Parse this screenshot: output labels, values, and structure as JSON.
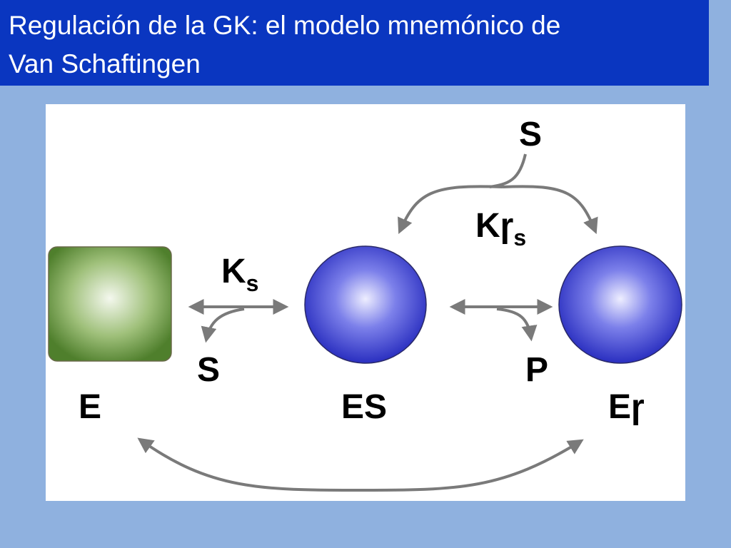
{
  "title": {
    "line1": "Regulación de la GK: el modelo mnemónico de",
    "line2": "Van Schaftingen"
  },
  "diagram": {
    "nodes": {
      "E": "E",
      "ES": "ES",
      "Er": "Eɼ"
    },
    "labels": {
      "S_top": "S",
      "Krs_main": "Kɼ",
      "Krs_sub": "s",
      "Ks_main": "K",
      "Ks_sub": "s",
      "S_bottom": "S",
      "P": "P"
    },
    "colors": {
      "square": "#5f8f3a",
      "sphere": "#3035c8",
      "arrow": "#7a7a7a"
    }
  }
}
